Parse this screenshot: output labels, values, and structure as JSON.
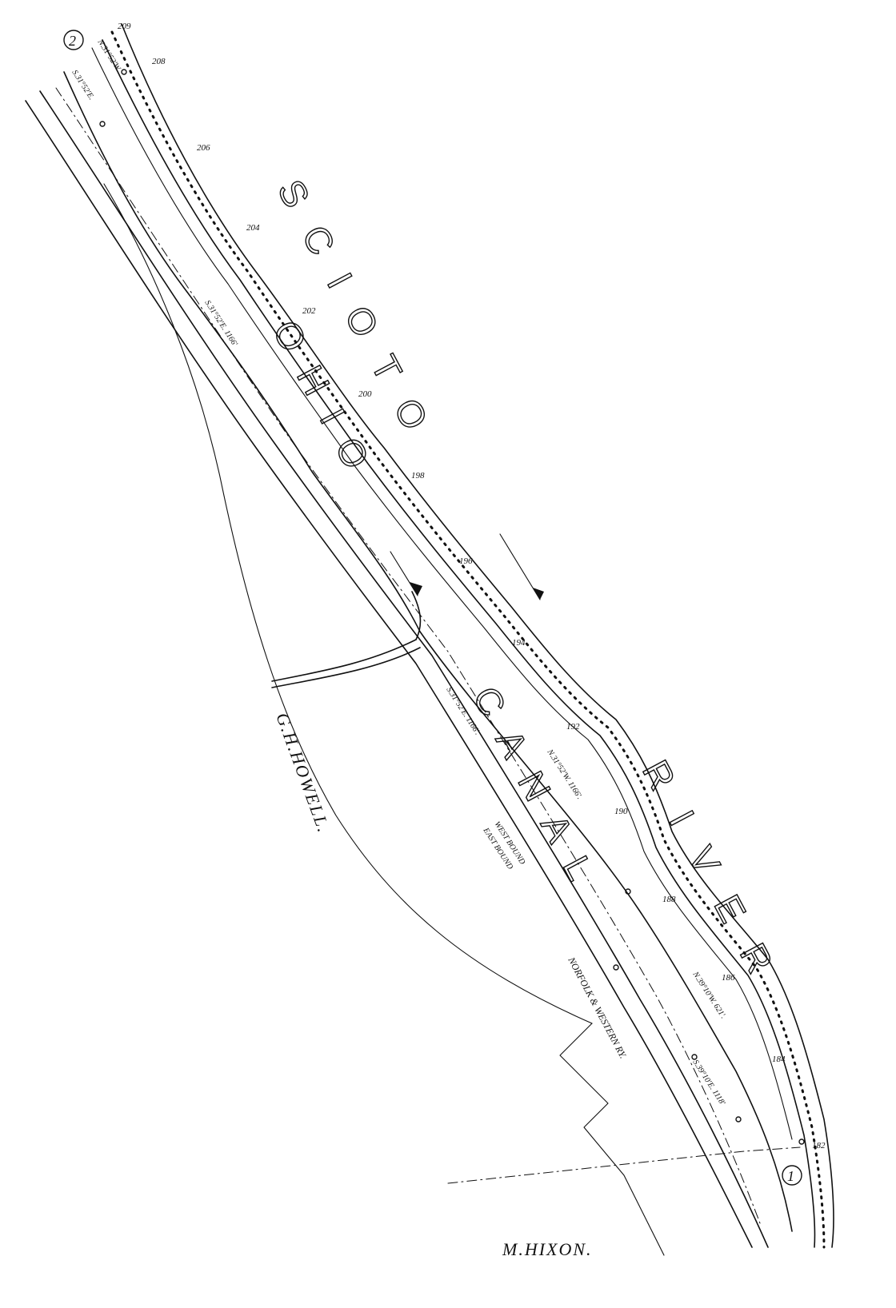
{
  "map": {
    "labels": {
      "river": "SCIOTO   RIVER",
      "river_word1": "SCIOTO",
      "river_word2": "RIVER",
      "canal_word1": "OHIO",
      "canal_word2": "CANAL",
      "owner_west": "G.H.HOWELL.",
      "owner_south": "M.HIXON.",
      "railway": "NORFOLK & WESTERN RY.",
      "westbound": "WEST BOUND",
      "eastbound": "EAST BOUND"
    },
    "markers": [
      "2",
      "1"
    ],
    "bearings": {
      "north_line": "N.31°52'W. 1166'.",
      "north_line_lower": "N.39°10'W. 621'.",
      "south_line_lower": "S.39°10'E. 1118'",
      "south_line_mid": "S.31°52'E. 1166'.",
      "south_line_upper": "S.31°52'E. 1166'",
      "top_north": "N.31°52'W.",
      "top_south": "S.31°52'E."
    },
    "stations": [
      "182",
      "184",
      "186",
      "188",
      "190",
      "192",
      "194",
      "196",
      "198",
      "200",
      "202",
      "204",
      "206",
      "208",
      "209"
    ]
  },
  "colors": {
    "ink": "#111111",
    "paper": "#ffffff"
  }
}
